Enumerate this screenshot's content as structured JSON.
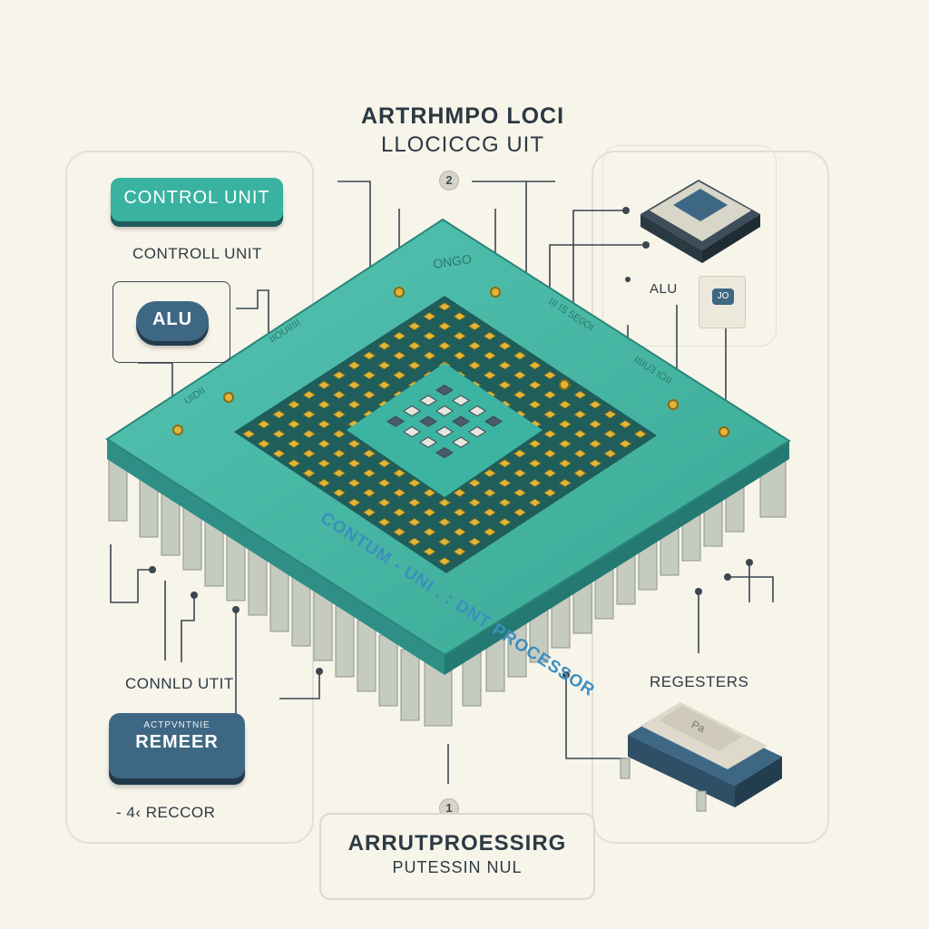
{
  "title": {
    "line1": "ARTRHMPO LOCI",
    "line2": "LLOCICCG UIT"
  },
  "badges": {
    "top": "2",
    "bottom": "1"
  },
  "left_panel": {
    "control_button": "CONTROL UNIT",
    "control_label": "CONTROLL UNIT",
    "alu_button": "ALU",
    "bottom_label": "CONNLD UTIT",
    "remember_small": "ACTPVNTNIE",
    "remember_big": "REMEER",
    "reccor_label": "- 4‹ RECCOR"
  },
  "right_panel": {
    "alu_label": "ALU",
    "key_label": "JO",
    "registers_label": "REGESTERS",
    "chip_badge": "Pa"
  },
  "chip": {
    "side_text": "CONTUM - UNI . : DNT PROCESSOR",
    "top_mark": "ONGO"
  },
  "bottom_box": {
    "line1": "ARRUTPROESSIRG",
    "line2": "PUTESSIN NUL"
  },
  "colors": {
    "background": "#f7f4ea",
    "teal": "#39b2a0",
    "navy": "#3e6784",
    "gold": "#e0b63a"
  }
}
